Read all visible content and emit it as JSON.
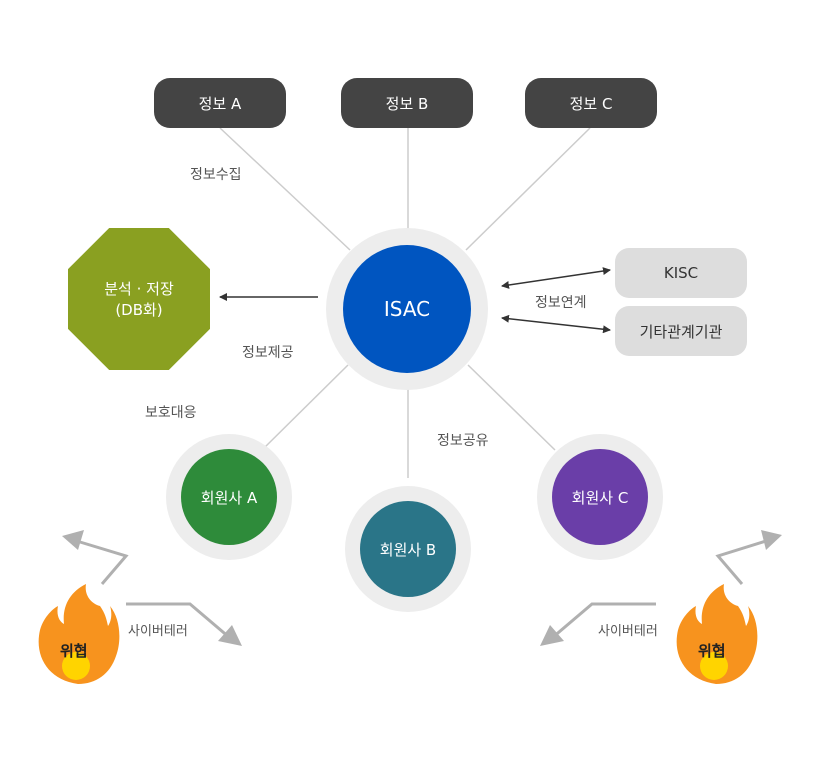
{
  "hub": {
    "label": "ISAC",
    "color": "#0055c0"
  },
  "sources": [
    {
      "label": "정보 A"
    },
    {
      "label": "정보 B"
    },
    {
      "label": "정보 C"
    }
  ],
  "storage": {
    "line1": "분석 · 저장",
    "line2": "(DB화)",
    "color": "#8aa021"
  },
  "partners": [
    {
      "label": "KISC"
    },
    {
      "label": "기타관계기관"
    }
  ],
  "members": [
    {
      "label": "회원사 A",
      "color": "#2e8b3a"
    },
    {
      "label": "회원사 B",
      "color": "#2a7588"
    },
    {
      "label": "회원사 C",
      "color": "#6a3ea8"
    }
  ],
  "edge_labels": {
    "collect": "정보수집",
    "provide": "정보제공",
    "link": "정보연계",
    "respond": "보호대응",
    "share": "정보공유"
  },
  "threats": [
    {
      "label": "위협",
      "attack_label": "사이버테러"
    },
    {
      "label": "위협",
      "attack_label": "사이버테러"
    }
  ],
  "colors": {
    "line": "#cccccc",
    "arrow_dark": "#333333",
    "arrow_gray": "#b0b0b0",
    "flame_outer": "#f7931e",
    "flame_inner": "#ffd400"
  }
}
